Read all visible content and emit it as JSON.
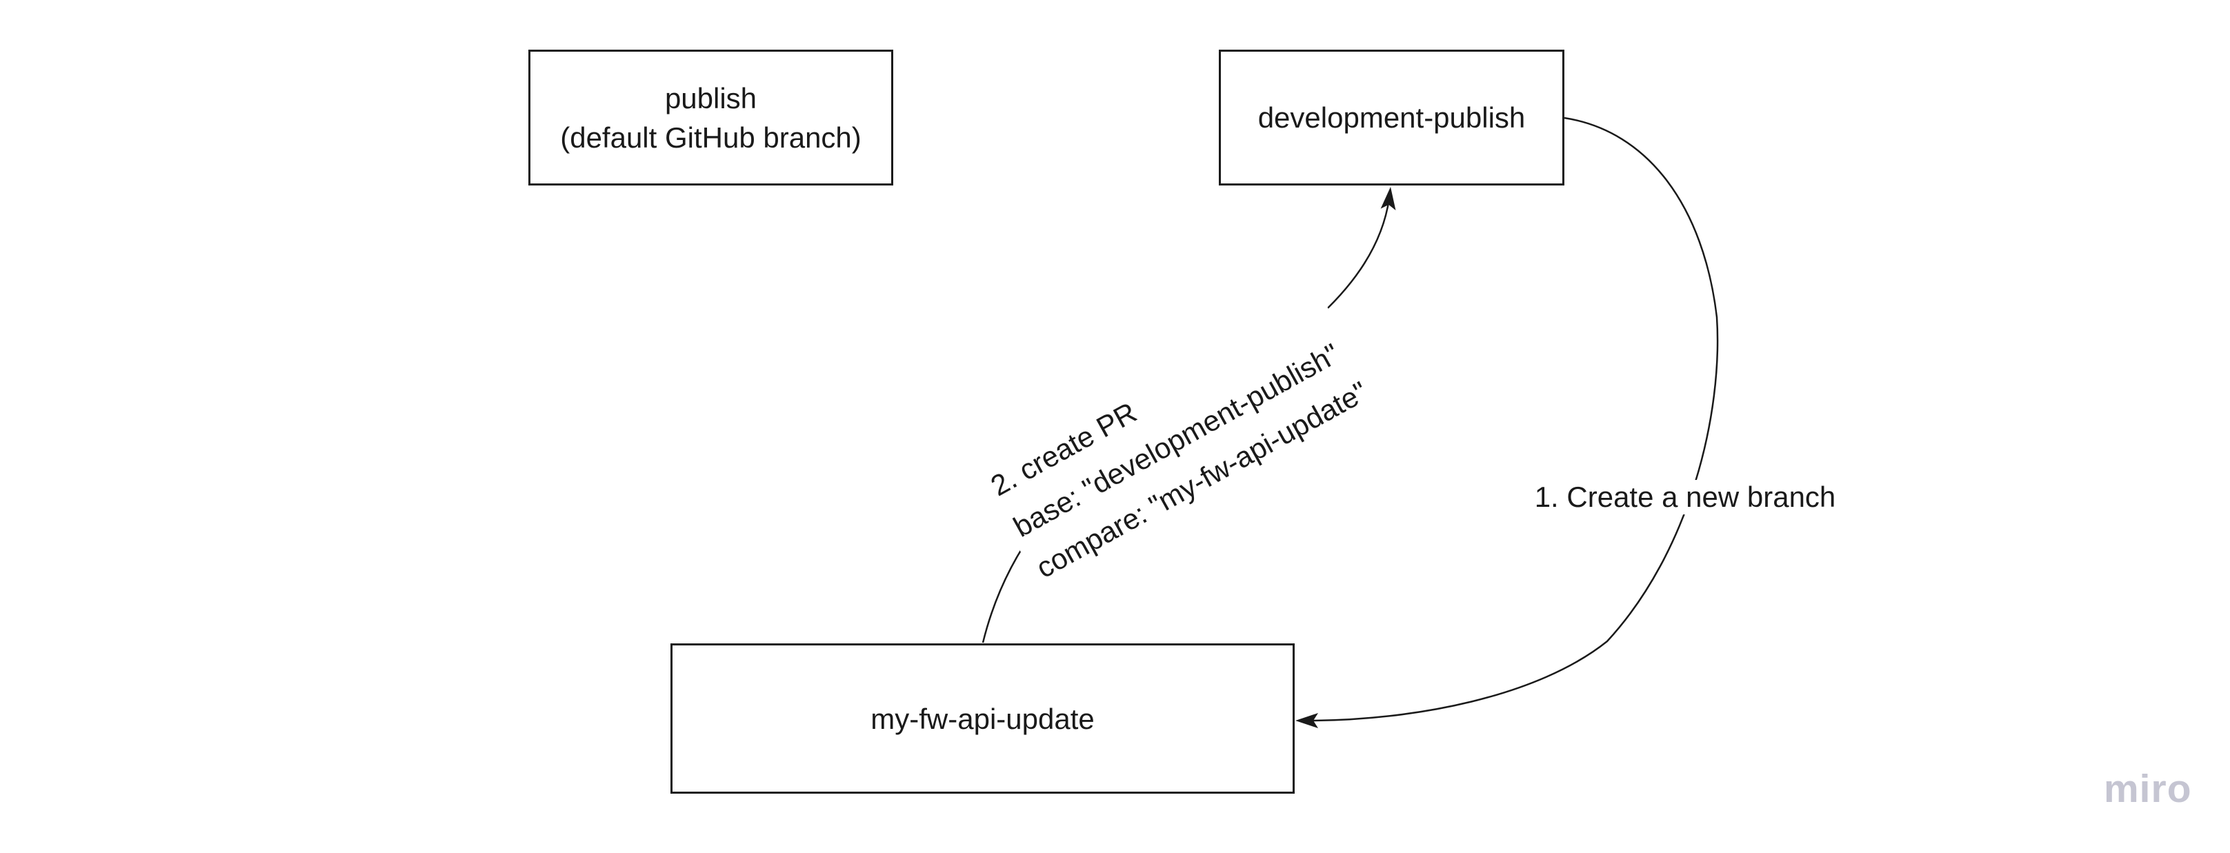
{
  "canvas": {
    "background": "#ffffff",
    "ink": "#1a1a1a"
  },
  "nodes": {
    "publish": {
      "lines": [
        "publish",
        "(default GitHub branch)"
      ]
    },
    "development_publish": {
      "label": "development-publish"
    },
    "my_fw_api_update": {
      "label": "my-fw-api-update"
    }
  },
  "edges": {
    "create_branch": {
      "label": "1. Create a new branch"
    },
    "create_pr": {
      "lines": [
        "2. create PR",
        "base: \"development-publish\"",
        "compare: \"my-fw-api-update\""
      ]
    }
  },
  "watermark": {
    "text": "miro",
    "color": "#c5c5d2"
  }
}
